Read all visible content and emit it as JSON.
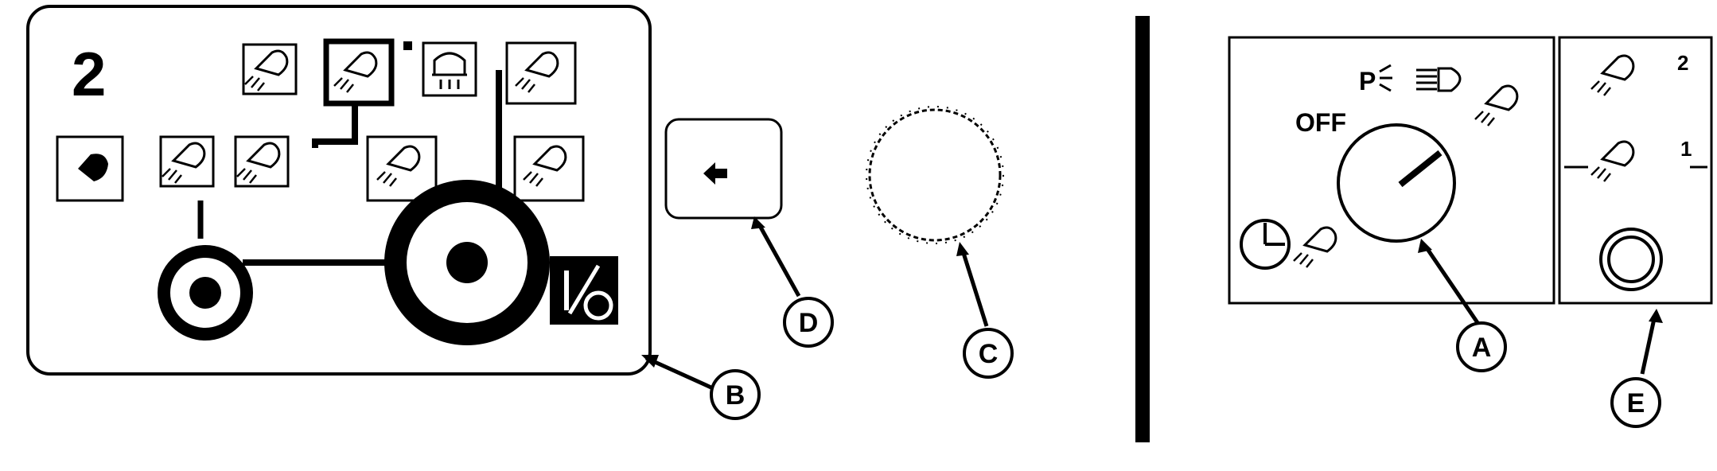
{
  "panel_b": {
    "number": "2"
  },
  "callouts": {
    "a": "A",
    "b": "B",
    "c": "C",
    "d": "D",
    "e": "E"
  },
  "switch_a": {
    "off_label": "OFF",
    "park_label": "P"
  },
  "switch_e": {
    "level_top": "2",
    "level_mid": "1"
  },
  "colors": {
    "ink": "#000000",
    "paper": "#ffffff"
  },
  "icons": [
    "headlight-icon",
    "beacon-icon",
    "tractor-icon",
    "indicator-arrow-icon",
    "clock-icon",
    "park-light-icon",
    "low-beam-icon",
    "work-light-icon",
    "push-button-icon"
  ]
}
